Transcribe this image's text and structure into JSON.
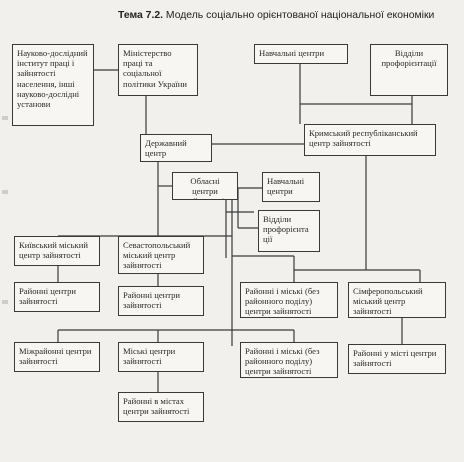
{
  "title": {
    "prefix": "Тема 7.2.",
    "text": "Модель соціально орієнтованої національної економіки"
  },
  "boxes": {
    "research_institute": "Науково-дослідний інститут праці і зайнятості населення, інші науково-дослідні установи",
    "ministry": "Міністерство праці та соціальної політики України",
    "training_centers_top": "Навчальні центри",
    "career_guidance_top": "Відділи профорієнтації",
    "crimea_center": "Кримський республіканський центр зайнятості",
    "state_center": "Державний центр",
    "regional_centers": "Обласні центри зайнятості",
    "training_centers_mid": "Навчальні центри",
    "career_guidance_mid": "Відділи профорієнта ції",
    "kyiv_center": "Київський міський центр зайнятості",
    "sevastopol_center": "Севастопольський міський центр зайнятості",
    "kyiv_district": "Районні центри зайнятості",
    "sevastopol_district": "Районні центри зайнятості",
    "crimea_district_city": "Районні і міські (без районного поділу) центри зайнятості",
    "simferopol_center": "Сімферопольський міський центр зайнятості",
    "interdistrict": "Міжрайонні центри зайнятості",
    "city_centers": "Міські центри зайнятості",
    "regional_district_city": "Районні і міські (без районного поділу) центри зайнятості",
    "simferopol_district": "Районні у місті центри зайнятості",
    "city_district_centers": "Районні в містах центри зайнятості"
  }
}
